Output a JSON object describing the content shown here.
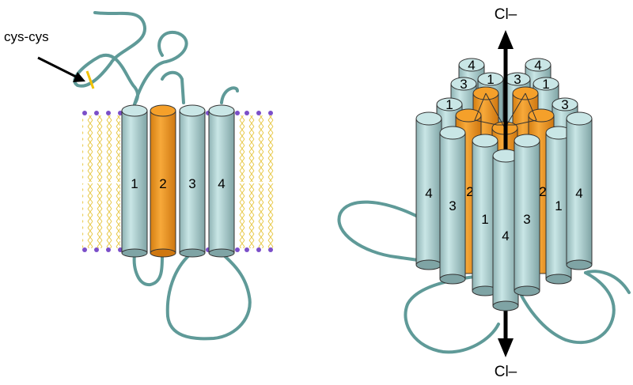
{
  "left_panel": {
    "callout_label": "cys-cys",
    "helices": [
      {
        "label": "1",
        "kind": "blue"
      },
      {
        "label": "2",
        "kind": "orange"
      },
      {
        "label": "3",
        "kind": "blue"
      },
      {
        "label": "4",
        "kind": "blue"
      }
    ]
  },
  "right_panel": {
    "ion_top": "Cl–",
    "ion_bottom": "Cl–",
    "back_top_labels": [
      "4",
      "4",
      "3",
      "1",
      "3",
      "1",
      "1",
      "3"
    ],
    "side_labels": [
      "4",
      "3",
      "2",
      "1",
      "4",
      "3",
      "2",
      "1",
      "4"
    ]
  },
  "colors": {
    "blue_helix": "#b9dfe0",
    "orange_helix": "#f5a02a",
    "loop": "#5f9a98",
    "lipid_tail": "#e8c94a",
    "lipid_head": "#7b4fc9",
    "disulfide": "#f2c200"
  }
}
